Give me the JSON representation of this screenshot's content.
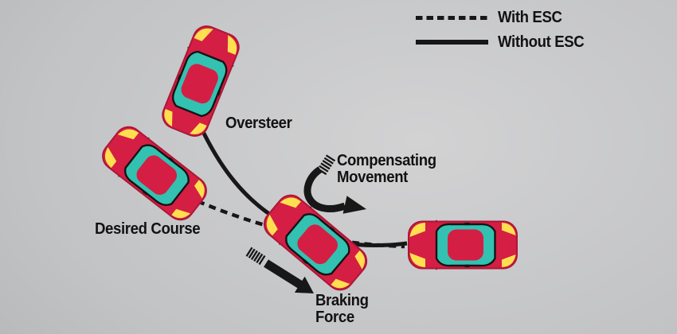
{
  "legend": {
    "items": [
      {
        "label": "With ESC",
        "style": "dashed"
      },
      {
        "label": "Without ESC",
        "style": "solid"
      }
    ]
  },
  "annotations": {
    "oversteer": "Oversteer",
    "compensating": {
      "line1": "Compensating",
      "line2": "Movement"
    },
    "desired_course": "Desired Course",
    "braking": {
      "line1": "Braking",
      "line2": "Force"
    }
  },
  "cars": [
    {
      "name": "oversteering-car"
    },
    {
      "name": "desired-course-car"
    },
    {
      "name": "esc-corrected-car"
    },
    {
      "name": "end-position-car"
    }
  ],
  "colors": {
    "car_body": "#d51e44",
    "car_body_shade": "#ad1638",
    "car_window": "#33c1b1",
    "car_lights": "#ffdf4f",
    "diagram_lines": "#171717",
    "text": "#121212",
    "background_center": "#d2d2d3",
    "background_edge": "#a6a7a9"
  }
}
